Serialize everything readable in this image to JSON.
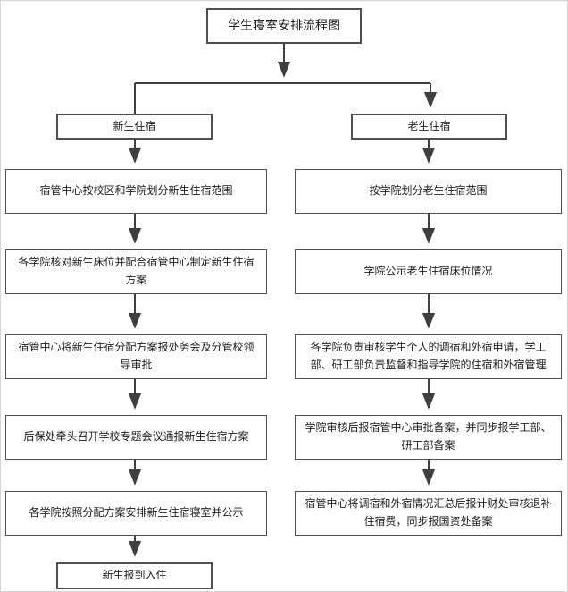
{
  "flow": {
    "title": "学生寝室安排流程图",
    "left": {
      "label": "新生住宿",
      "steps": [
        "宿管中心按校区和学院划分新生住宿范围",
        "各学院核对新生床位并配合宿管中心制定新生住宿方案",
        "宿管中心将新生住宿分配方案报处务会及分管校领导审批",
        "后保处牵头召开学校专题会议通报新生住宿方案",
        "各学院按照分配方案安排新生住宿寝室并公示"
      ],
      "final": "新生报到入住"
    },
    "right": {
      "label": "老生住宿",
      "steps": [
        "按学院划分老生住宿范围",
        "学院公示老生住宿床位情况",
        "各学院负责审核学生个人的调宿和外宿申请，学工部、研工部负责监督和指导学院的住宿和外宿管理",
        "学院审核后报宿管中心审批备案，并同步报学工部、研工部备案",
        "宿管中心将调宿和外宿情况汇总后报计财处审核退补住宿费，同步报国资处备案"
      ]
    }
  },
  "colors": {
    "box_border": "#4f4f4f",
    "connector_line": "#3f3f3f",
    "text": "#1c1c1c",
    "background": "#ffffff"
  }
}
